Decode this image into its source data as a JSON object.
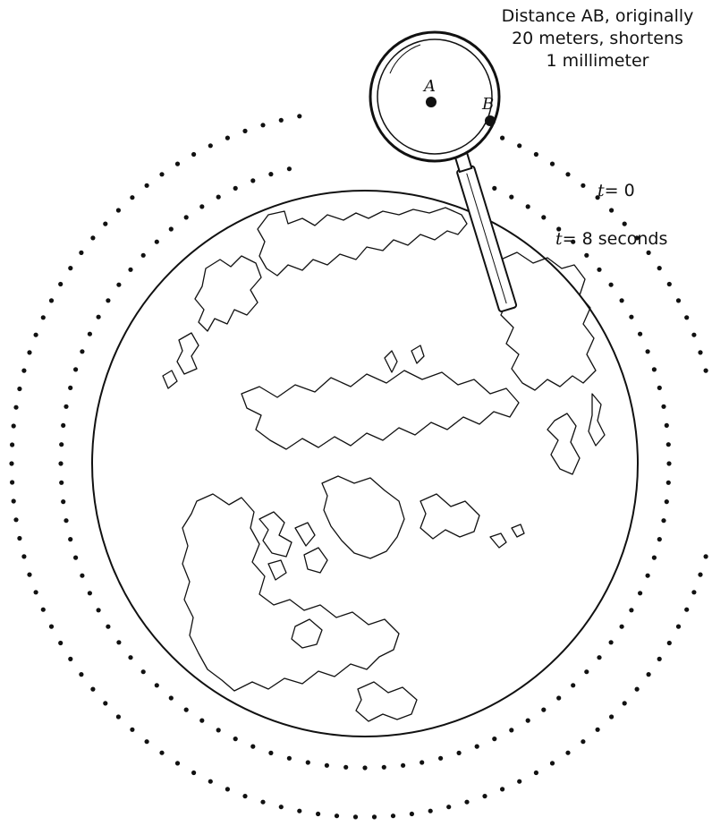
{
  "caption": {
    "line1": "Distance AB, originally",
    "line2": "20 meters, shortens",
    "line3": "1 millimeter"
  },
  "orbits": {
    "outer": {
      "time_var": "t",
      "time_label": "= 0"
    },
    "inner": {
      "time_var": "t",
      "time_label": "= 8 seconds"
    }
  },
  "points": {
    "a": "A",
    "b": "B"
  },
  "colors": {
    "ink": "#111111",
    "background": "#ffffff",
    "lens_glass": "#ffffff"
  },
  "icons": {
    "earth": "earth-globe-north-pole-view",
    "magnifier": "magnifying-glass-icon"
  }
}
